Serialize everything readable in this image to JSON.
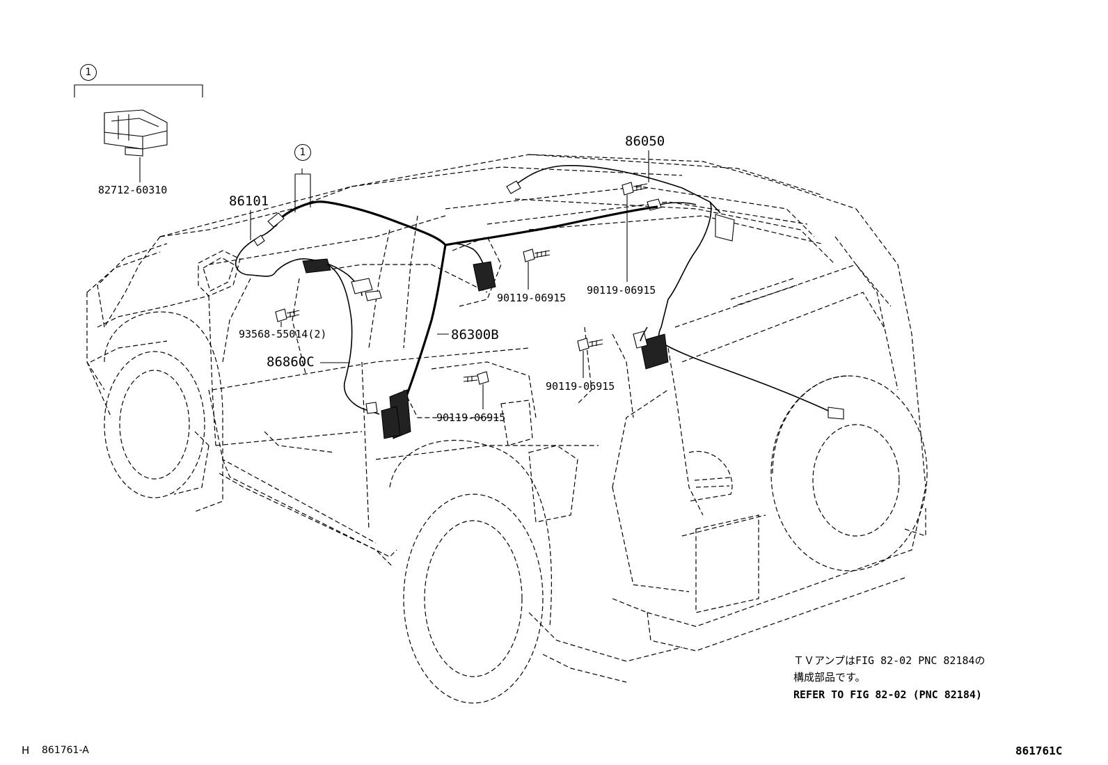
{
  "callouts": {
    "top_left": "1",
    "harness": "1"
  },
  "parts": {
    "p82712": "82712-60310",
    "p86101": "86101",
    "p86050": "86050",
    "p86300B": "86300B",
    "p86860C": "86860C",
    "p93568": "93568-55014(2)",
    "p90119_a": "90119-06915",
    "p90119_b": "90119-06915",
    "p90119_c": "90119-06915",
    "p90119_d": "90119-06915"
  },
  "note": {
    "line1": "ＴＶアンプはFIG 82-02 PNC 82184の",
    "line2": "構成部品です。",
    "line3": "REFER TO FIG 82-02  (PNC 82184)"
  },
  "footer": {
    "left_letter": "H",
    "left_code": "861761-A",
    "right_code": "861761C"
  },
  "colors": {
    "ink": "#000000",
    "background": "#ffffff"
  }
}
